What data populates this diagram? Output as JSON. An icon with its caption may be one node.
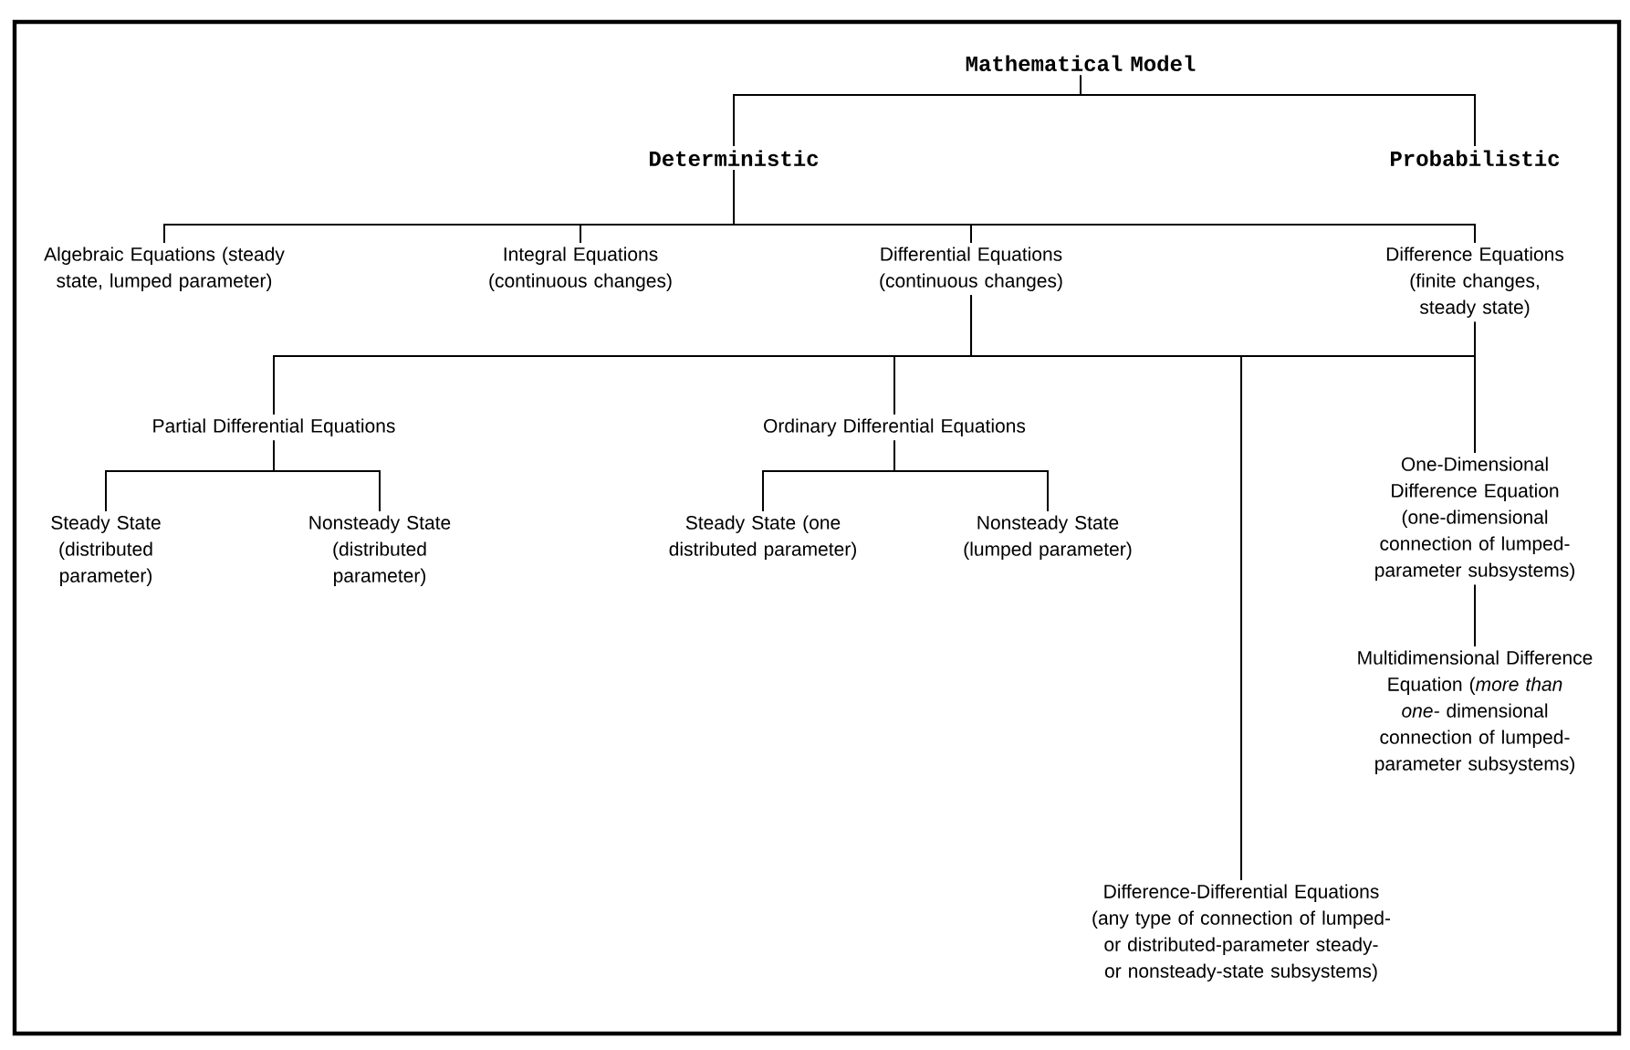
{
  "diagram": {
    "nodes": [
      {
        "text": [
          "Mathematical Model"
        ]
      },
      {
        "text": [
          "Deterministic"
        ]
      },
      {
        "text": [
          "Probabilistic"
        ]
      },
      {
        "text": [
          "Algebraic Equations (steady state, lumped parameter)"
        ]
      },
      {
        "text": [
          "Integral Equations (continuous changes)"
        ]
      },
      {
        "text": [
          "Differential Equations (continuous changes)"
        ]
      },
      {
        "text": [
          "Difference Equations (finite changes, steady state)"
        ]
      },
      {
        "text": [
          "Partial Differential Equations"
        ]
      },
      {
        "text": [
          "Ordinary Differential Equations"
        ]
      },
      {
        "text": [
          "Steady State (distributed parameter)"
        ]
      },
      {
        "text": [
          "Nonsteady State (distributed parameter)"
        ]
      },
      {
        "text": [
          "Steady State (one distributed parameter)"
        ]
      },
      {
        "text": [
          "Nonsteady State (lumped parameter)"
        ]
      },
      {
        "text": [
          "One-Dimensional Difference Equation (one-dimensional connection of lumped-parameter subsystems)"
        ]
      },
      {
        "text": [
          "Multidimensional Difference Equation (*more than one-* dimensional connection of lumped-parameter subsystems)"
        ]
      },
      {
        "text": [
          "Difference-Differential Equations (any type of connection of lumped- or distributed-parameter steady- or nonsteady-state subsystems)"
        ]
      }
    ],
    "edges": [
      {
        "from": 0,
        "to": 1,
        "arrow": "none"
      },
      {
        "from": 0,
        "to": 2,
        "arrow": "none"
      },
      {
        "from": 1,
        "to": 3,
        "arrow": "none"
      },
      {
        "from": 1,
        "to": 4,
        "arrow": "none"
      },
      {
        "from": 1,
        "to": 5,
        "arrow": "none"
      },
      {
        "from": 1,
        "to": 6,
        "arrow": "none"
      },
      {
        "from": 5,
        "to": 7,
        "arrow": "none"
      },
      {
        "from": 5,
        "to": 8,
        "arrow": "none"
      },
      {
        "from": 5,
        "to": 15,
        "arrow": "none"
      },
      {
        "from": 5,
        "to": 13,
        "arrow": "none"
      },
      {
        "from": 6,
        "to": 13,
        "arrow": "none"
      },
      {
        "from": 7,
        "to": 9,
        "arrow": "none"
      },
      {
        "from": 7,
        "to": 10,
        "arrow": "none"
      },
      {
        "from": 8,
        "to": 11,
        "arrow": "none"
      },
      {
        "from": 8,
        "to": 12,
        "arrow": "none"
      },
      {
        "from": 13,
        "to": 14,
        "arrow": "none"
      }
    ]
  }
}
